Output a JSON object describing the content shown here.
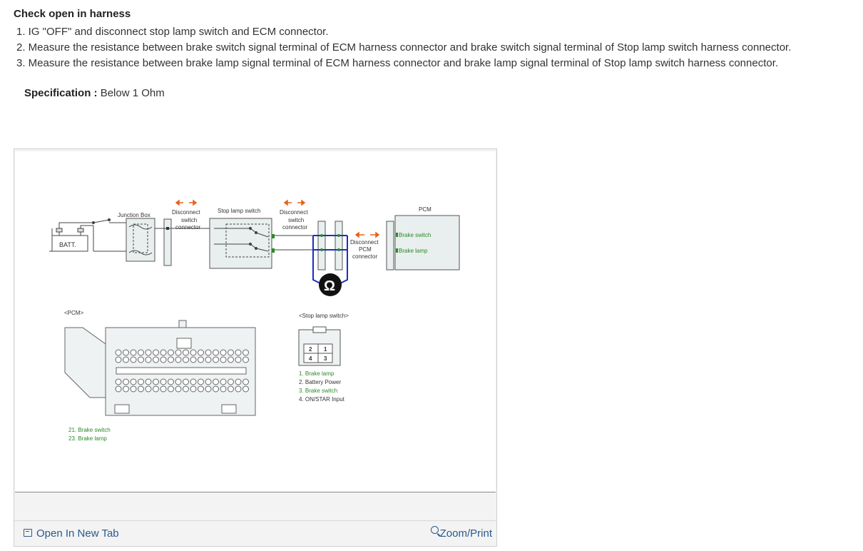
{
  "section": {
    "heading": "Check open in harness",
    "steps": [
      "1. IG \"OFF\" and disconnect stop lamp switch and ECM connector.",
      "2. Measure the resistance between brake switch signal terminal of ECM harness connector and brake switch signal terminal of Stop lamp switch harness connector.",
      "3. Measure the resistance between brake lamp signal terminal of ECM harness connector and brake lamp signal terminal of Stop lamp switch harness connector."
    ],
    "spec_label": "Specification :",
    "spec_value": " Below 1 Ohm"
  },
  "diagram": {
    "junction_box": "Junction Box",
    "batt": "BATT.",
    "disconnect_switch": [
      "Disconnect",
      "switch",
      "connector"
    ],
    "stop_lamp_switch": "Stop lamp switch",
    "disconnect_switch2": [
      "Disconnect",
      "switch",
      "connector"
    ],
    "disconnect_pcm": [
      "Disconnect",
      "PCM",
      "connector"
    ],
    "pcm": "PCM",
    "pcm_brake_switch": "Brake switch",
    "pcm_brake_lamp": "Brake lamp",
    "ohm_symbol": "Ω",
    "pcm_title": "<PCM>",
    "pcm_pins": [
      "21. Brake switch",
      "23. Brake lamp"
    ],
    "sls_title": "<Stop lamp switch>",
    "sls_terminals": [
      "2",
      "1",
      "4",
      "3"
    ],
    "sls_pins": [
      "1. Brake lamp",
      "2. Battery Power",
      "3. Brake switch",
      "4. ON/STAR Input"
    ],
    "colors": {
      "arrow": "#e8621a",
      "probe": "#1a2fbf",
      "green": "#2a8a2a",
      "box": "#e9eeee"
    }
  },
  "footer": {
    "open_new_tab": "Open In New Tab",
    "zoom_print": "Zoom/Print"
  }
}
